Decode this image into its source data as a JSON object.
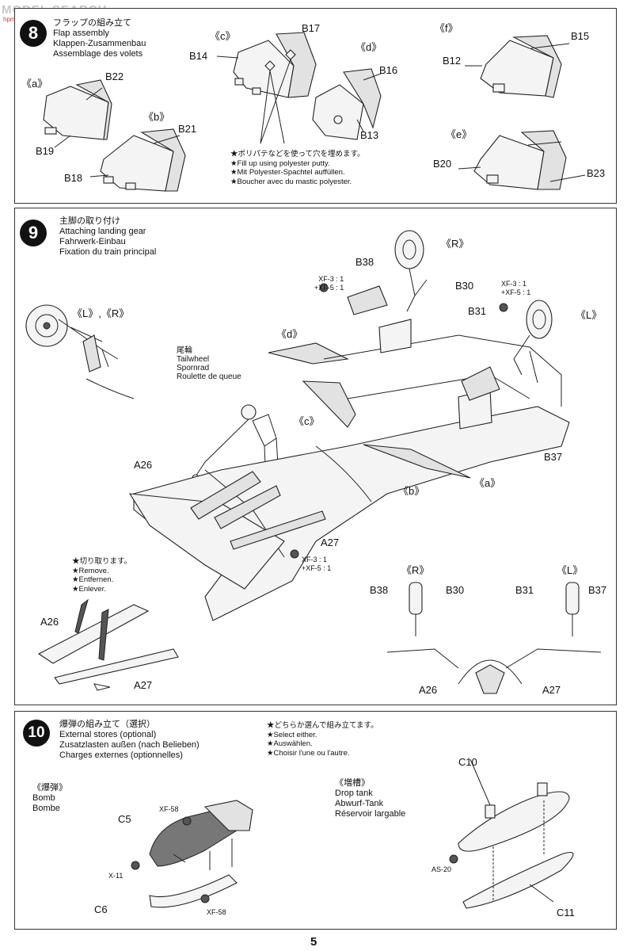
{
  "watermark": {
    "text": "MODEL SEARCH",
    "sub": "hpmshop.com"
  },
  "step8": {
    "number": "8",
    "title_lines": [
      "フラップの組み立て",
      "Flap assembly",
      "Klappen-Zusammenbau",
      "Assemblage des volets"
    ],
    "variants": {
      "a": "《a》",
      "b": "《b》",
      "c": "《c》",
      "d": "《d》",
      "e": "《e》",
      "f": "《f》"
    },
    "parts": {
      "b22": "B22",
      "b19": "B19",
      "b21": "B21",
      "b18": "B18",
      "b14": "B14",
      "b17": "B17",
      "b16": "B16",
      "b13": "B13",
      "b15": "B15",
      "b12": "B12",
      "b20": "B20",
      "b23": "B23"
    },
    "note_lines": [
      "★ポリパテなどを使って穴を埋めます。",
      "★Fill up using polyester putty.",
      "★Mit Polyester-Spachtel auffüllen.",
      "★Boucher avec du mastic polyester."
    ]
  },
  "step9": {
    "number": "9",
    "title_lines": [
      "主脚の取り付け",
      "Attaching landing gear",
      "Fahrwerk-Einbau",
      "Fixation du train principal"
    ],
    "inset_label": "《L》,《R》",
    "tailwheel_lines": [
      "尾輪",
      "Tailwheel",
      "Spornrad",
      "Roulette de queue"
    ],
    "labels": {
      "R": "《R》",
      "L": "《L》",
      "a": "《a》",
      "b": "《b》",
      "c": "《c》",
      "d": "《d》"
    },
    "parts": {
      "b38": "B38",
      "b30": "B30",
      "b31": "B31",
      "b37": "B37",
      "a26": "A26",
      "a27": "A27"
    },
    "paint_1": [
      "XF-3 : 1",
      "+XF-5 : 1"
    ],
    "paint_2": [
      "XF-3 : 1",
      "+XF-5 : 1"
    ],
    "paint_3": [
      "XF-3 : 1",
      "+XF-5 : 1"
    ],
    "remove_lines": [
      "★切り取ります。",
      "★Remove.",
      "★Entfernen.",
      "★Enlever."
    ]
  },
  "step10": {
    "number": "10",
    "title_lines": [
      "爆弾の組み立て（選択）",
      "External stores (optional)",
      "Zusatzlasten außen (nach Belieben)",
      "Charges externes (optionnelles)"
    ],
    "select_lines": [
      "★どちらか選んで組み立てます。",
      "★Select either.",
      "★Auswählen.",
      "★Choisir l'une ou l'autre."
    ],
    "bomb_lines": [
      "《爆弾》",
      "Bomb",
      "Bombe"
    ],
    "tank_lines": [
      "《増槽》",
      "Drop tank",
      "Abwurf-Tank",
      "Réservoir largable"
    ],
    "parts": {
      "c5": "C5",
      "c6": "C6",
      "c10": "C10",
      "c11": "C11"
    },
    "paints": {
      "xf58a": "XF-58",
      "xf58b": "XF-58",
      "x11": "X-11",
      "as20": "AS-20"
    }
  },
  "page_number": "5"
}
